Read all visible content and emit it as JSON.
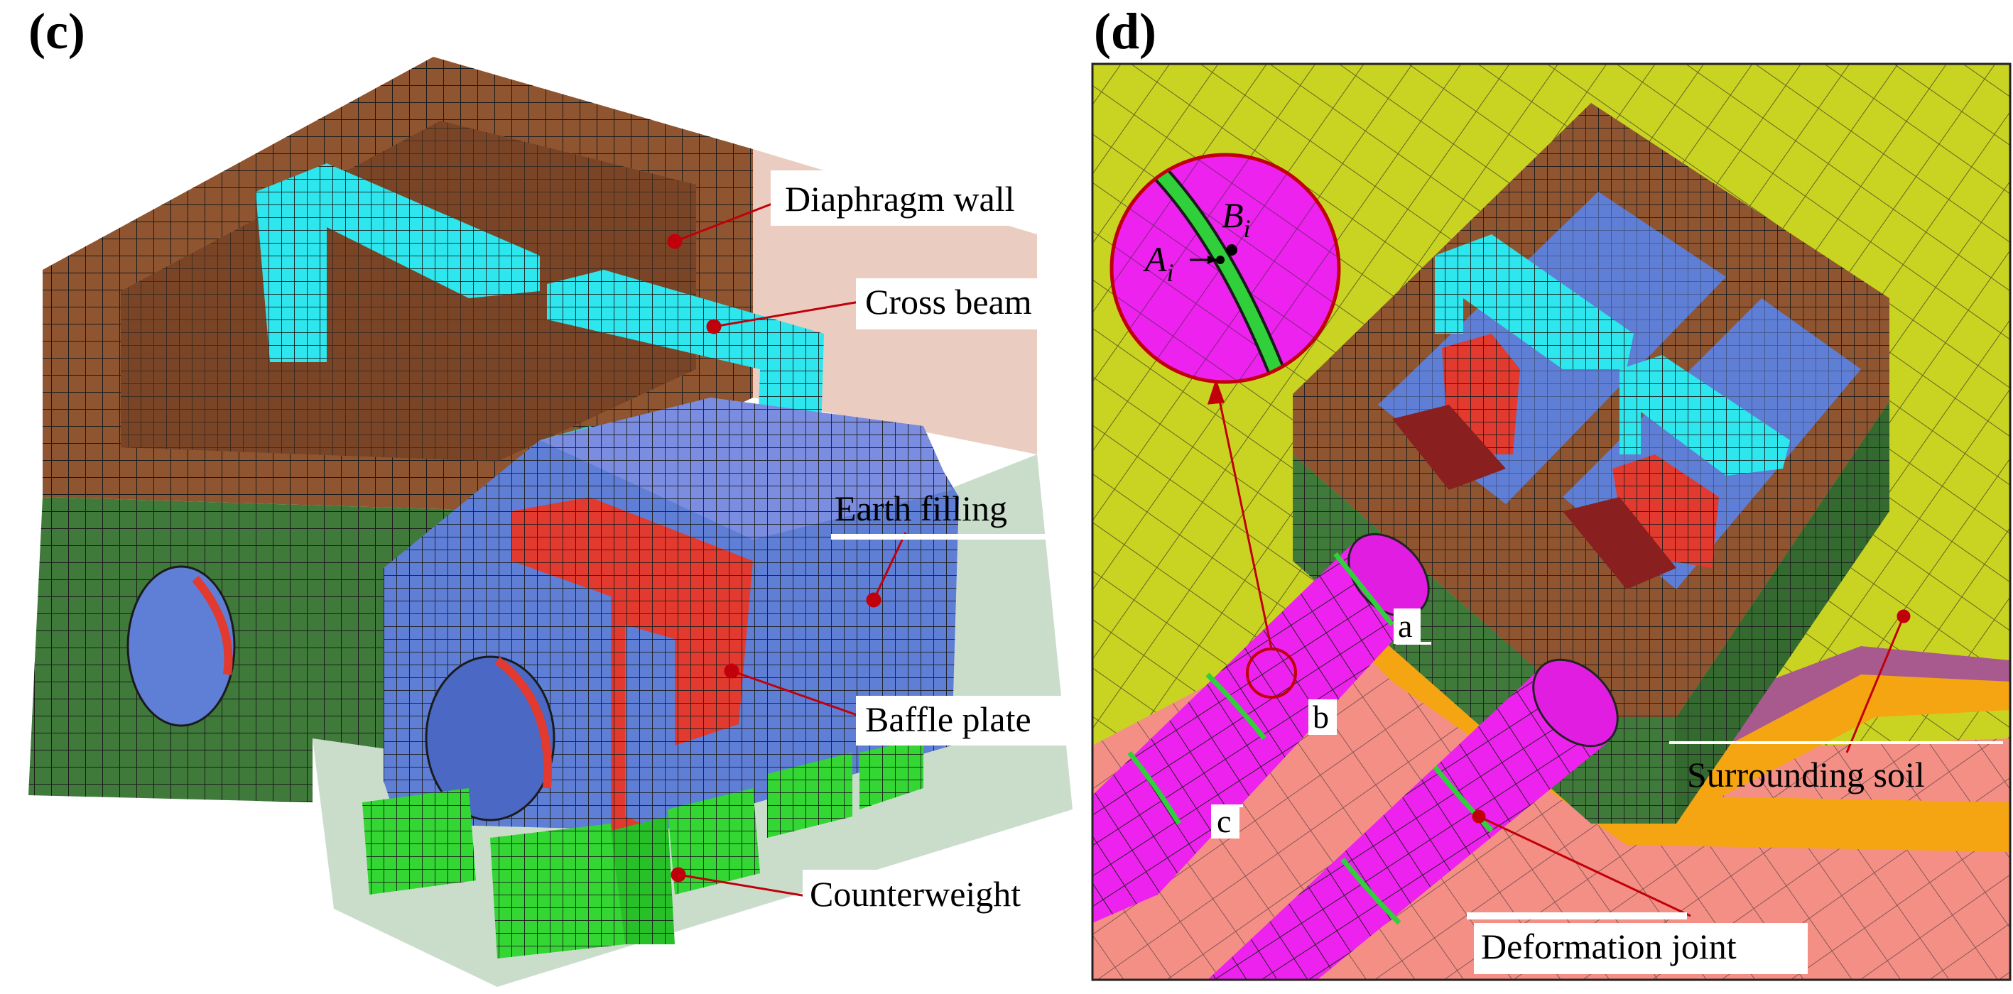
{
  "panels": {
    "c": {
      "tag": "(c)",
      "labels": {
        "diaphragm_wall": "Diaphragm wall",
        "cross_beam": "Cross beam",
        "earth_filling": "Earth filling",
        "baffle_plate": "Baffle plate",
        "counterweight": "Counterweight"
      }
    },
    "d": {
      "tag": "(d)",
      "labels": {
        "surrounding_soil": "Surrounding soil",
        "deformation_joint": "Deformation joint",
        "a": "a",
        "b": "b",
        "c": "c"
      },
      "inset": {
        "A": "A",
        "A_sub": "i",
        "B": "B",
        "B_sub": "i"
      }
    }
  },
  "colors": {
    "diaphragm_wall": "#8f5530",
    "lower_wall": "#3f7a3a",
    "cross_beam": "#2ee6ee",
    "earth_filling": "#5f7fd6",
    "baffle_plate": "#e23a2f",
    "counterweight": "#33d633",
    "soil_yellow": "#c9d321",
    "soil_pink": "#f48f86",
    "soil_orange": "#f5a512",
    "soil_purple": "#a85a8e",
    "pipe": "#ee22ee",
    "joint": "#2fd03a",
    "leader": "#c0000a"
  }
}
